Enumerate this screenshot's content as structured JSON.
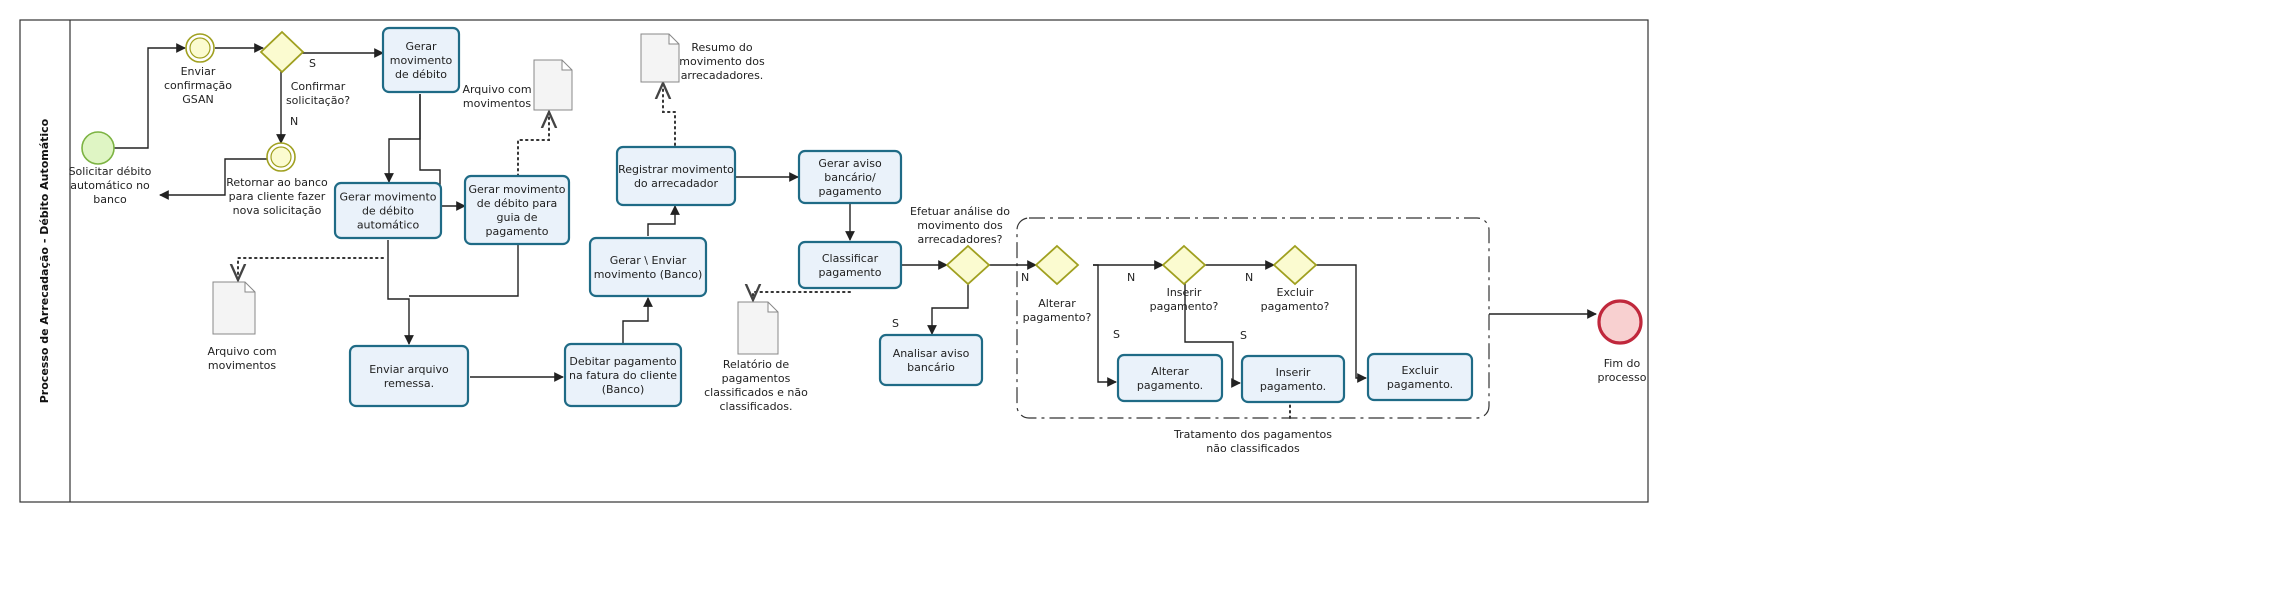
{
  "lane": {
    "title": "Processo de Arrecadação - Débito Automático"
  },
  "events": {
    "start": {
      "label": [
        "Solicitar débito",
        "automático no",
        "banco"
      ]
    },
    "send_confirm": {
      "label": [
        "Enviar",
        "confirmação",
        "GSAN"
      ]
    },
    "return_bank": {
      "label": [
        "Retornar ao banco",
        "para cliente fazer",
        "nova solicitação"
      ]
    },
    "end": {
      "label": [
        "Fim do",
        "processo"
      ]
    }
  },
  "gateways": {
    "confirm": {
      "label": [
        "Confirmar",
        "solicitação?"
      ],
      "yes": "S",
      "no": "N"
    },
    "analysis": {
      "label": [
        "Efetuar análise do",
        "movimento dos",
        "arrecadadores?"
      ],
      "yes": "S",
      "no": "N"
    },
    "alter": {
      "label": [
        "Alterar",
        "pagamento?"
      ],
      "yes": "S",
      "no": "N"
    },
    "insert": {
      "label": [
        "Inserir",
        "pagamento?"
      ],
      "yes": "S",
      "no": "N"
    },
    "delete": {
      "label": [
        "Excluir",
        "pagamento?"
      ]
    }
  },
  "tasks": {
    "gen_debit_mov": [
      "Gerar",
      "movimento",
      "de débito"
    ],
    "gen_auto_debit": [
      "Gerar movimento",
      "de débito",
      "automático"
    ],
    "gen_debit_guide": [
      "Gerar movimento",
      "de débito para",
      "guia de",
      "pagamento"
    ],
    "send_file": [
      "Enviar arquivo",
      "remessa."
    ],
    "debit_invoice": [
      "Debitar pagamento",
      "na fatura do cliente",
      "(Banco)"
    ],
    "gen_send_bank": [
      "Gerar \\ Enviar",
      "movimento (Banco)"
    ],
    "register_mov": [
      "Registrar movimento",
      "do arrecadador"
    ],
    "gen_bank_notice": [
      "Gerar aviso",
      "bancário/",
      "pagamento"
    ],
    "classify": [
      "Classificar",
      "pagamento"
    ],
    "analyze_notice": [
      "Analisar aviso",
      "bancário"
    ],
    "alter_pay": [
      "Alterar",
      "pagamento."
    ],
    "insert_pay": [
      "Inserir",
      "pagamento."
    ],
    "delete_pay": [
      "Excluir",
      "pagamento."
    ]
  },
  "documents": {
    "file_mov_top": [
      "Arquivo com",
      "movimentos"
    ],
    "file_mov_bottom": [
      "Arquivo com",
      "movimentos"
    ],
    "summary": [
      "Resumo do",
      "movimento dos",
      "arrecadadores."
    ],
    "report": [
      "Relatório de",
      "pagamentos",
      "classificados e não",
      "classificados."
    ]
  },
  "group": {
    "label": [
      "Tratamento dos pagamentos",
      "não classificados"
    ]
  },
  "colors": {
    "task_fill": "#eaf2fa",
    "task_stroke": "#1f6b86",
    "start_fill": "#dff5c4",
    "start_stroke": "#7cb342",
    "end_fill": "#f8d0d0",
    "end_stroke": "#c0283c",
    "gateway_fill": "#fbfbd0",
    "gateway_stroke": "#a0a020"
  }
}
